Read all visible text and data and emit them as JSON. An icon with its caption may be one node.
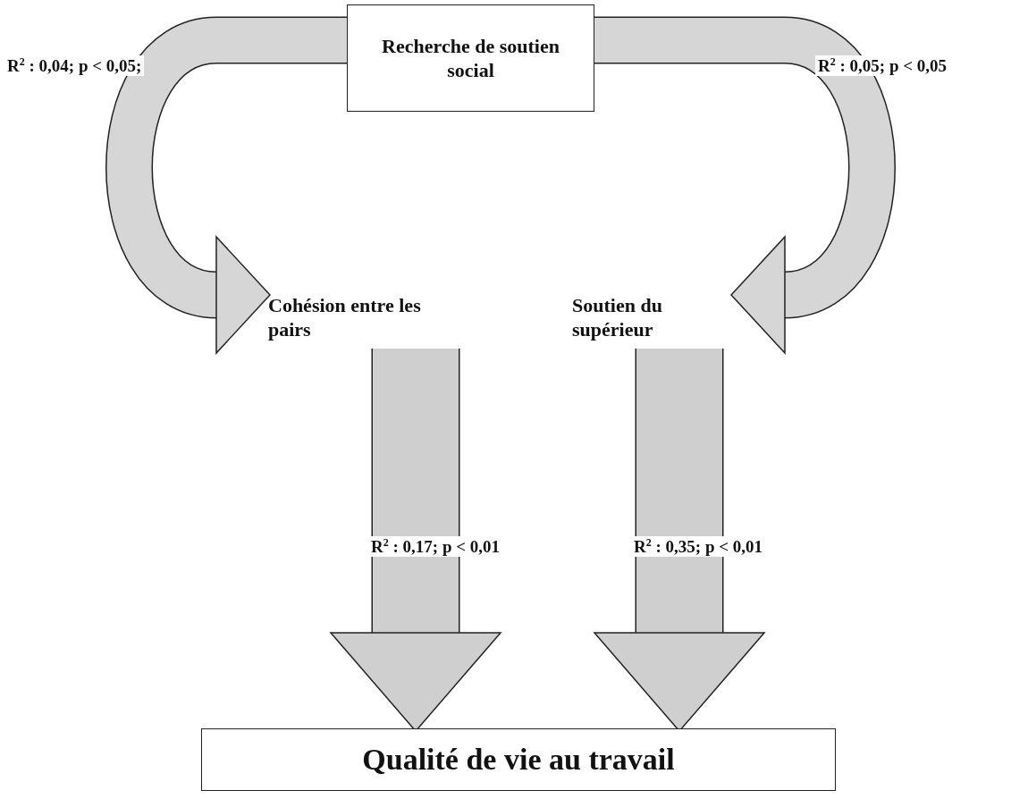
{
  "diagram": {
    "nodes": [
      {
        "text": [
          "Recherche de soutien social"
        ]
      },
      {
        "text": [
          "Cohésion entre les pairs"
        ]
      },
      {
        "text": [
          "Soutien du supérieur"
        ]
      },
      {
        "text": [
          "Qualité de vie au travail"
        ]
      }
    ],
    "edges": [
      {
        "from": 0,
        "to": 1,
        "arrow": "to",
        "label": "R$^{2}$ : 0,04; p < 0,05;"
      },
      {
        "from": 0,
        "to": 2,
        "arrow": "to",
        "label": "R$^{2}$ : 0,05; p < 0,05"
      },
      {
        "from": 1,
        "to": 3,
        "arrow": "to",
        "style": "thick",
        "label": "R$^{2}$ : 0,17; p < 0,01"
      },
      {
        "from": 2,
        "to": 3,
        "arrow": "to",
        "style": "thick",
        "label": "R$^{2}$ : 0,35; p < 0,01"
      }
    ]
  }
}
